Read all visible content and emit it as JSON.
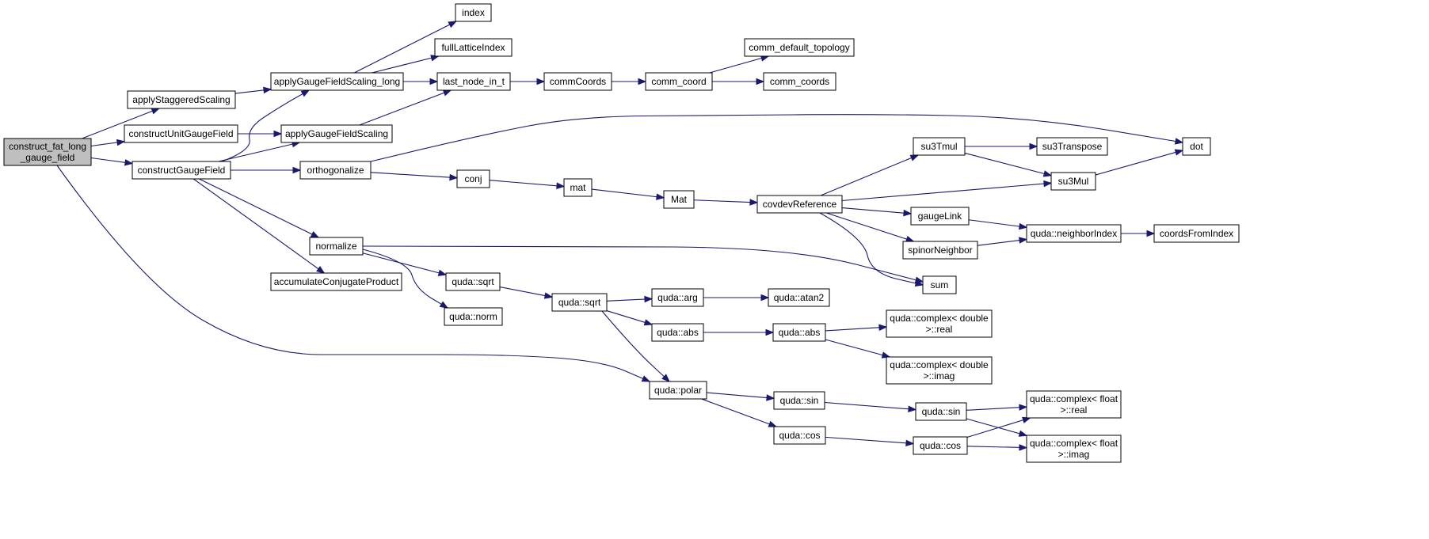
{
  "colors": {
    "edge": "#191970",
    "root_fill": "#bfbfbf",
    "node_fill": "#ffffff",
    "node_border": "#000000"
  },
  "nodes": [
    {
      "id": "root",
      "lines": [
        "construct_fat_long",
        "_gauge_field"
      ],
      "root": true
    },
    {
      "id": "applyStaggeredScaling",
      "lines": [
        "applyStaggeredScaling"
      ]
    },
    {
      "id": "constructUnitGaugeField",
      "lines": [
        "constructUnitGaugeField"
      ]
    },
    {
      "id": "constructGaugeField",
      "lines": [
        "constructGaugeField"
      ]
    },
    {
      "id": "applyGaugeFieldScaling_long",
      "lines": [
        "applyGaugeFieldScaling_long"
      ]
    },
    {
      "id": "applyGaugeFieldScaling",
      "lines": [
        "applyGaugeFieldScaling"
      ]
    },
    {
      "id": "orthogonalize",
      "lines": [
        "orthogonalize"
      ]
    },
    {
      "id": "normalize",
      "lines": [
        "normalize"
      ]
    },
    {
      "id": "accumulateConjugateProduct",
      "lines": [
        "accumulateConjugateProduct"
      ]
    },
    {
      "id": "index",
      "lines": [
        "index"
      ]
    },
    {
      "id": "fullLatticeIndex",
      "lines": [
        "fullLatticeIndex"
      ]
    },
    {
      "id": "last_node_in_t",
      "lines": [
        "last_node_in_t"
      ]
    },
    {
      "id": "commCoords",
      "lines": [
        "commCoords"
      ]
    },
    {
      "id": "comm_coord",
      "lines": [
        "comm_coord"
      ]
    },
    {
      "id": "comm_default_topology",
      "lines": [
        "comm_default_topology"
      ]
    },
    {
      "id": "comm_coords",
      "lines": [
        "comm_coords"
      ]
    },
    {
      "id": "conj",
      "lines": [
        "conj"
      ]
    },
    {
      "id": "mat",
      "lines": [
        "mat"
      ]
    },
    {
      "id": "Mat",
      "lines": [
        "Mat"
      ]
    },
    {
      "id": "covdevReference",
      "lines": [
        "covdevReference"
      ]
    },
    {
      "id": "su3Tmul",
      "lines": [
        "su3Tmul"
      ]
    },
    {
      "id": "su3Transpose",
      "lines": [
        "su3Transpose"
      ]
    },
    {
      "id": "su3Mul",
      "lines": [
        "su3Mul"
      ]
    },
    {
      "id": "dot",
      "lines": [
        "dot"
      ]
    },
    {
      "id": "gaugeLink",
      "lines": [
        "gaugeLink"
      ]
    },
    {
      "id": "spinorNeighbor",
      "lines": [
        "spinorNeighbor"
      ]
    },
    {
      "id": "neighborIndex",
      "lines": [
        "quda::neighborIndex"
      ]
    },
    {
      "id": "coordsFromIndex",
      "lines": [
        "coordsFromIndex"
      ]
    },
    {
      "id": "sum",
      "lines": [
        "sum"
      ]
    },
    {
      "id": "sqrt1",
      "lines": [
        "quda::sqrt"
      ]
    },
    {
      "id": "norm",
      "lines": [
        "quda::norm"
      ]
    },
    {
      "id": "sqrt2",
      "lines": [
        "quda::sqrt"
      ]
    },
    {
      "id": "arg",
      "lines": [
        "quda::arg"
      ]
    },
    {
      "id": "atan2",
      "lines": [
        "quda::atan2"
      ]
    },
    {
      "id": "abs1",
      "lines": [
        "quda::abs"
      ]
    },
    {
      "id": "abs2",
      "lines": [
        "quda::abs"
      ]
    },
    {
      "id": "cd_real",
      "lines": [
        "quda::complex< double",
        ">::real"
      ]
    },
    {
      "id": "cd_imag",
      "lines": [
        "quda::complex< double",
        ">::imag"
      ]
    },
    {
      "id": "polar",
      "lines": [
        "quda::polar"
      ]
    },
    {
      "id": "sin1",
      "lines": [
        "quda::sin"
      ]
    },
    {
      "id": "cos1",
      "lines": [
        "quda::cos"
      ]
    },
    {
      "id": "sin2",
      "lines": [
        "quda::sin"
      ]
    },
    {
      "id": "cos2",
      "lines": [
        "quda::cos"
      ]
    },
    {
      "id": "cf_real",
      "lines": [
        "quda::complex< float",
        ">::real"
      ]
    },
    {
      "id": "cf_imag",
      "lines": [
        "quda::complex< float",
        ">::imag"
      ]
    }
  ],
  "edges": [
    [
      "root",
      "applyStaggeredScaling"
    ],
    [
      "root",
      "constructUnitGaugeField"
    ],
    [
      "root",
      "constructGaugeField"
    ],
    [
      "root",
      "polar"
    ],
    [
      "applyStaggeredScaling",
      "applyGaugeFieldScaling_long"
    ],
    [
      "constructUnitGaugeField",
      "applyGaugeFieldScaling"
    ],
    [
      "constructGaugeField",
      "applyGaugeFieldScaling_long"
    ],
    [
      "constructGaugeField",
      "applyGaugeFieldScaling"
    ],
    [
      "constructGaugeField",
      "orthogonalize"
    ],
    [
      "constructGaugeField",
      "normalize"
    ],
    [
      "constructGaugeField",
      "accumulateConjugateProduct"
    ],
    [
      "applyGaugeFieldScaling_long",
      "index"
    ],
    [
      "applyGaugeFieldScaling_long",
      "fullLatticeIndex"
    ],
    [
      "applyGaugeFieldScaling_long",
      "last_node_in_t"
    ],
    [
      "applyGaugeFieldScaling",
      "last_node_in_t"
    ],
    [
      "last_node_in_t",
      "commCoords"
    ],
    [
      "commCoords",
      "comm_coord"
    ],
    [
      "comm_coord",
      "comm_default_topology"
    ],
    [
      "comm_coord",
      "comm_coords"
    ],
    [
      "orthogonalize",
      "dot"
    ],
    [
      "orthogonalize",
      "conj"
    ],
    [
      "conj",
      "mat"
    ],
    [
      "mat",
      "Mat"
    ],
    [
      "Mat",
      "covdevReference"
    ],
    [
      "covdevReference",
      "su3Tmul"
    ],
    [
      "covdevReference",
      "su3Mul"
    ],
    [
      "covdevReference",
      "gaugeLink"
    ],
    [
      "covdevReference",
      "spinorNeighbor"
    ],
    [
      "covdevReference",
      "sum"
    ],
    [
      "su3Tmul",
      "su3Transpose"
    ],
    [
      "su3Tmul",
      "su3Mul"
    ],
    [
      "su3Mul",
      "dot"
    ],
    [
      "gaugeLink",
      "neighborIndex"
    ],
    [
      "spinorNeighbor",
      "neighborIndex"
    ],
    [
      "neighborIndex",
      "coordsFromIndex"
    ],
    [
      "normalize",
      "sum"
    ],
    [
      "normalize",
      "sqrt1"
    ],
    [
      "normalize",
      "norm"
    ],
    [
      "sqrt1",
      "sqrt2"
    ],
    [
      "sqrt2",
      "arg"
    ],
    [
      "sqrt2",
      "abs1"
    ],
    [
      "sqrt2",
      "polar"
    ],
    [
      "arg",
      "atan2"
    ],
    [
      "abs1",
      "abs2"
    ],
    [
      "abs2",
      "cd_real"
    ],
    [
      "abs2",
      "cd_imag"
    ],
    [
      "polar",
      "sin1"
    ],
    [
      "polar",
      "cos1"
    ],
    [
      "sin1",
      "sin2"
    ],
    [
      "cos1",
      "cos2"
    ],
    [
      "sin2",
      "cf_real"
    ],
    [
      "sin2",
      "cf_imag"
    ],
    [
      "cos2",
      "cf_real"
    ],
    [
      "cos2",
      "cf_imag"
    ]
  ]
}
